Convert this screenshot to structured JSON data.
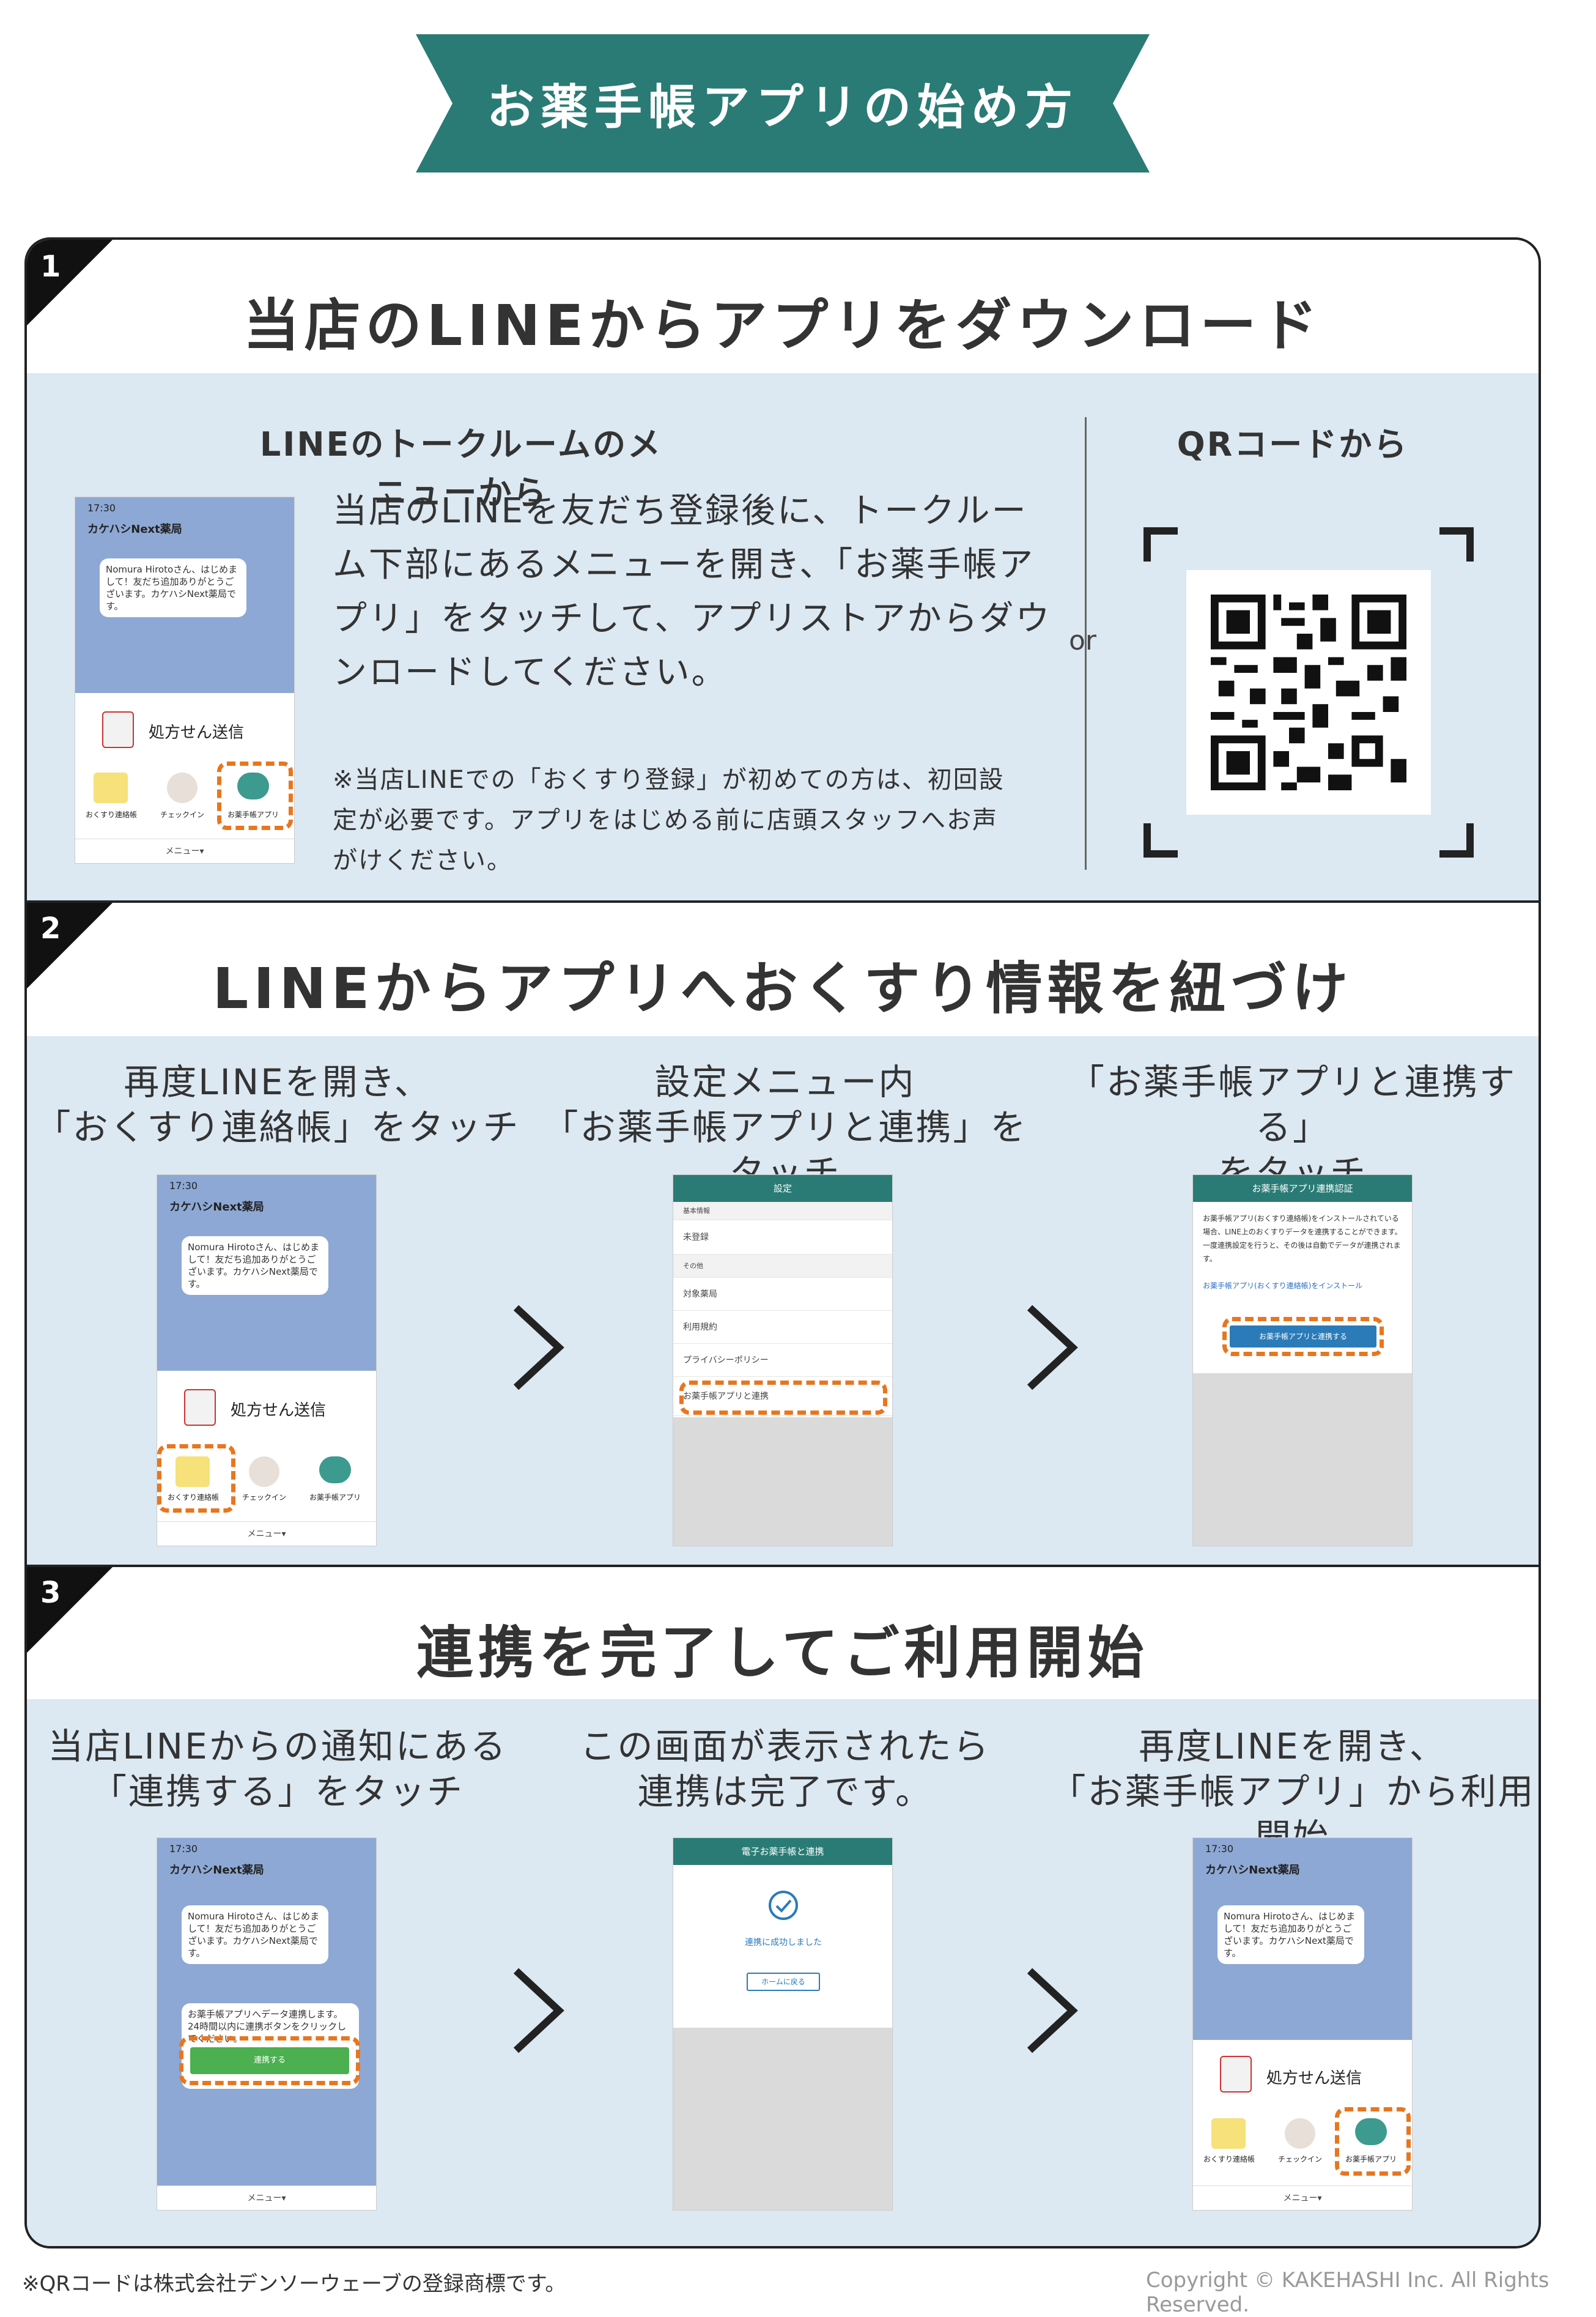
{
  "header": {
    "title": "お薬手帳アプリの始め方"
  },
  "colors": {
    "teal": "#2a7b75",
    "band": "#dce8f2",
    "orange": "#e8761f",
    "chat_bg": "#8da8d4"
  },
  "step1": {
    "number": "1",
    "title": "当店のLINEからアプリをダウンロード",
    "left_heading": "LINEのトークルームのメニューから",
    "body_lines": [
      "当店のLINEを友だち登録後に、トークルー",
      "ム下部にあるメニューを開き、「お薬手帳ア",
      "プリ」をタッチして、アプリストアからダウ",
      "ンロードしてください。"
    ],
    "note_lines": [
      "※当店LINEでの「おくすり登録」が初めての方は、初回設",
      "定が必要です。アプリをはじめる前に店頭スタッフへお声",
      "がけください。"
    ],
    "or_label": "or",
    "right_heading": "QRコードから"
  },
  "step2": {
    "number": "2",
    "title": "LINEからアプリへおくすり情報を紐づけ",
    "col1": [
      "再度LINEを開き、",
      "「おくすり連絡帳」をタッチ"
    ],
    "col2": [
      "設定メニュー内",
      "「お薬手帳アプリと連携」をタッチ"
    ],
    "col3": [
      "「お薬手帳アプリと連携する」",
      "をタッチ"
    ]
  },
  "step3": {
    "number": "3",
    "title": "連携を完了してご利用開始",
    "col1": [
      "当店LINEからの通知にある",
      "「連携する」をタッチ"
    ],
    "col2": [
      "この画面が表示されたら",
      "連携は完了です。"
    ],
    "col3": [
      "再度LINEを開き、",
      "「お薬手帳アプリ」から利用開始"
    ]
  },
  "phone": {
    "time": "17:30",
    "store": "カケハシNext薬局",
    "greeting": "Nomura Hirotoさん、はじめまして！友だち追加ありがとうございます。カケハシNext薬局です。",
    "menu_main": "処方せん送信",
    "menu_renraku": "おくすり連絡帳",
    "menu_checkin": "チェックイン",
    "menu_app": "お薬手帳アプリ",
    "menu_footer": "メニュー▾",
    "notice": "お薬手帳アプリへデータ連携します。24時間以内に連携ボタンをクリックしてください。",
    "notice_button": "連携する"
  },
  "settings": {
    "header": "設定",
    "section_basic": "基本情報",
    "row_unregistered": "未登録",
    "section_other": "その他",
    "row_pharmacy": "対象薬局",
    "row_terms": "利用規約",
    "row_privacy": "プライバシーポリシー",
    "row_link": "お薬手帳アプリと連携"
  },
  "auth": {
    "header": "お薬手帳アプリ連携認証",
    "text": "お薬手帳アプリ(おくすり連絡帳)をインストールされている場合、LINE上のおくすりデータを連携することができます。一度連携設定を行うと、その後は自動でデータが連携されます。",
    "link": "お薬手帳アプリ(おくすり連絡帳)をインストール",
    "button": "お薬手帳アプリと連携する"
  },
  "done": {
    "header": "電子お薬手帳と連携",
    "message": "連携に成功しました",
    "button": "ホームに戻る"
  },
  "footnote": "※QRコードは株式会社デンソーウェーブの登録商標です。",
  "copyright": "Copyright © KAKEHASHI Inc. All Rights Reserved."
}
